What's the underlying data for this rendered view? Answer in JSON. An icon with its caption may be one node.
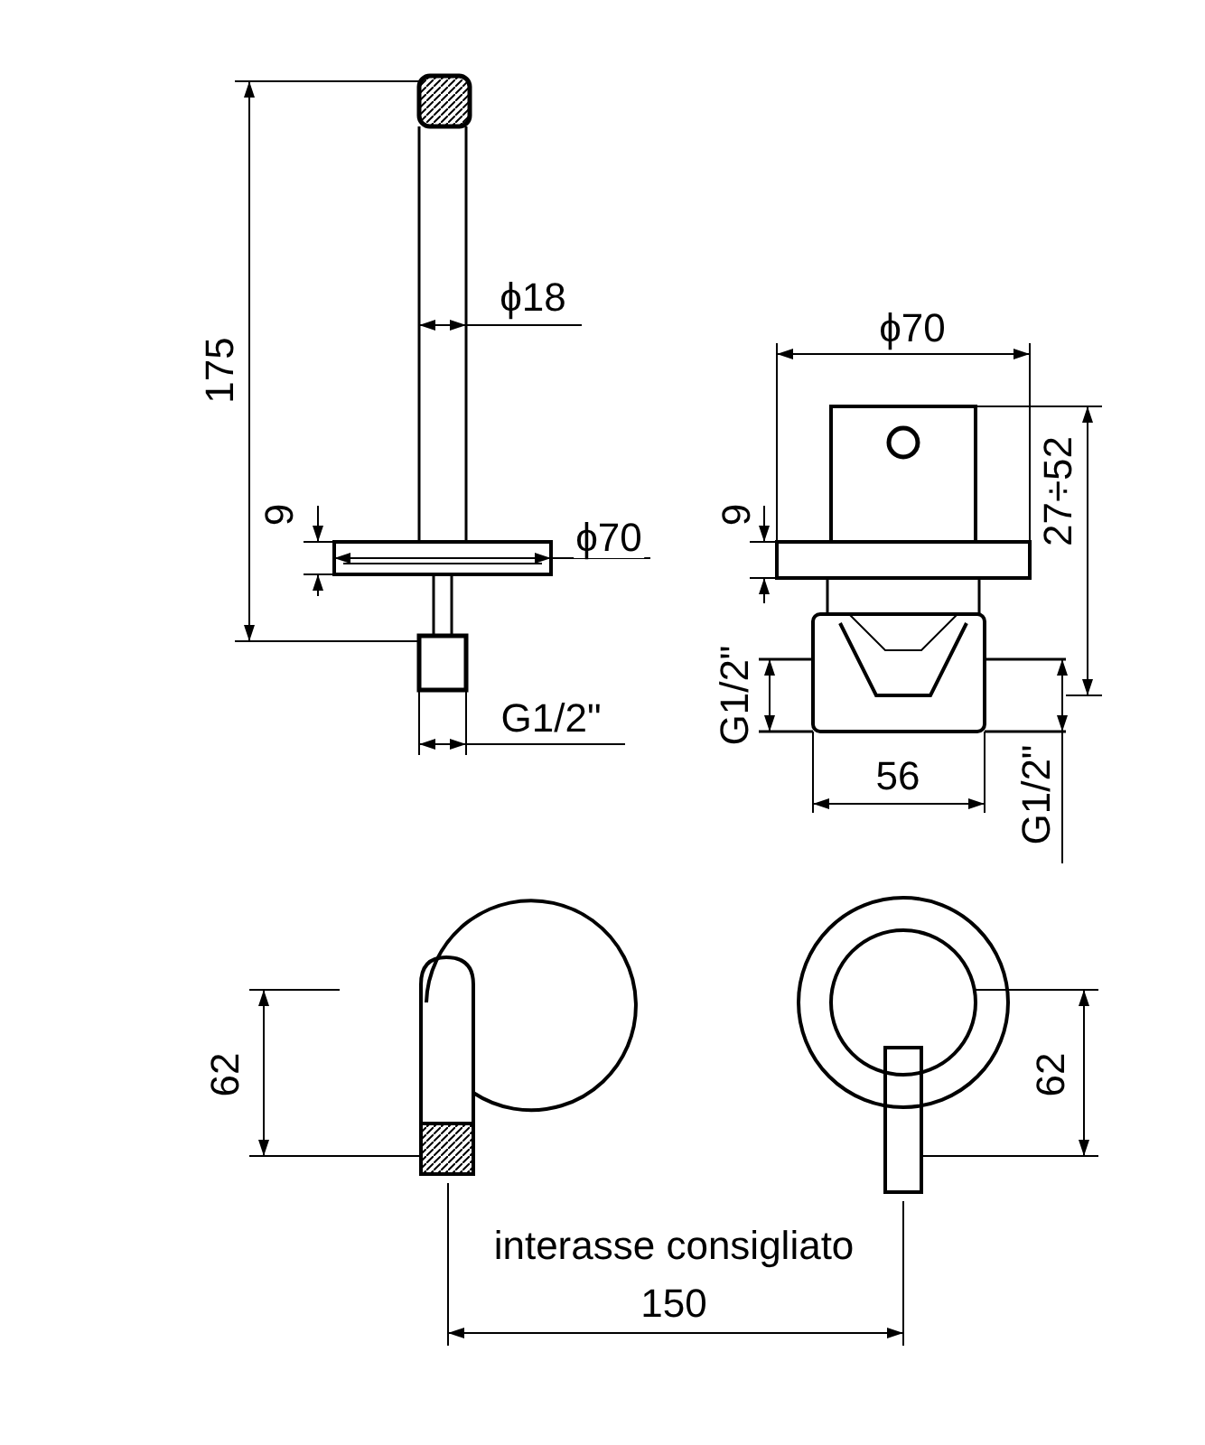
{
  "diagram": {
    "labels": [
      "ϕ18",
      "ϕ70",
      "175",
      "27÷52",
      "9",
      "ϕ70",
      "9",
      "G1/2\"",
      "G1/2\"",
      "G1/2\"",
      "56",
      "62",
      "62",
      "interasse consigliato",
      "150"
    ]
  }
}
